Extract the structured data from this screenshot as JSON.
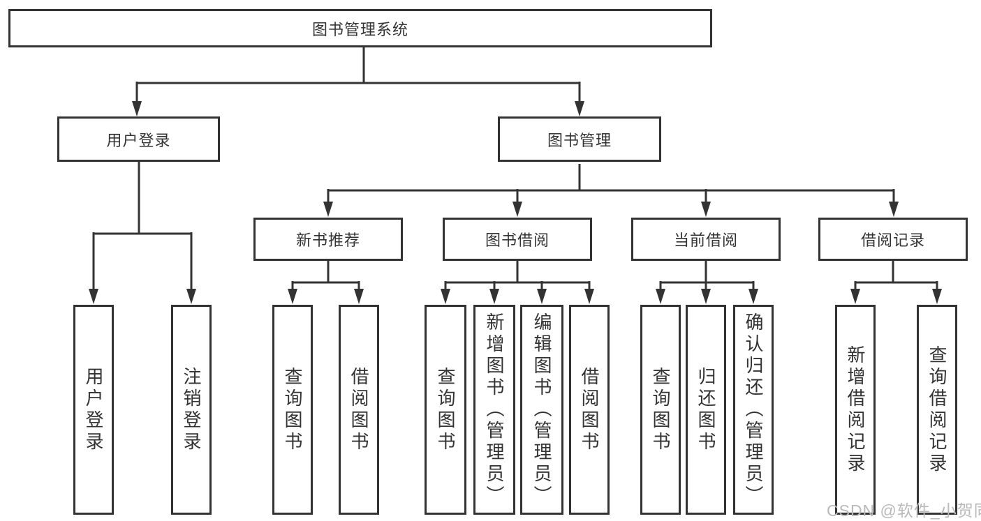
{
  "diagram": {
    "type": "hierarchy-diagram",
    "tree": {
      "label": "图书管理系统",
      "children": [
        {
          "label": "用户登录",
          "children": [
            {
              "label": "用户登录"
            },
            {
              "label": "注销登录"
            }
          ]
        },
        {
          "label": "图书管理",
          "children": [
            {
              "label": "新书推荐",
              "children": [
                {
                  "label": "查询图书"
                },
                {
                  "label": "借阅图书"
                }
              ]
            },
            {
              "label": "图书借阅",
              "children": [
                {
                  "label": "查询图书"
                },
                {
                  "label": "新增图书（管理员）"
                },
                {
                  "label": "编辑图书（管理员）"
                },
                {
                  "label": "借阅图书"
                }
              ]
            },
            {
              "label": "当前借阅",
              "children": [
                {
                  "label": "查询图书"
                },
                {
                  "label": "归还图书"
                },
                {
                  "label": "确认归还（管理员）"
                }
              ]
            },
            {
              "label": "借阅记录",
              "children": [
                {
                  "label": "新增借阅记录"
                },
                {
                  "label": "查询借阅记录"
                }
              ]
            }
          ]
        }
      ]
    },
    "colors": {
      "line": "#333333",
      "box_border": "#333333",
      "box_fill": "#ffffff",
      "text": "#333333",
      "background": "#ffffff",
      "watermark": "#b9b9b9"
    },
    "watermark": {
      "text": "CSDN @软件_小贺同学"
    }
  }
}
